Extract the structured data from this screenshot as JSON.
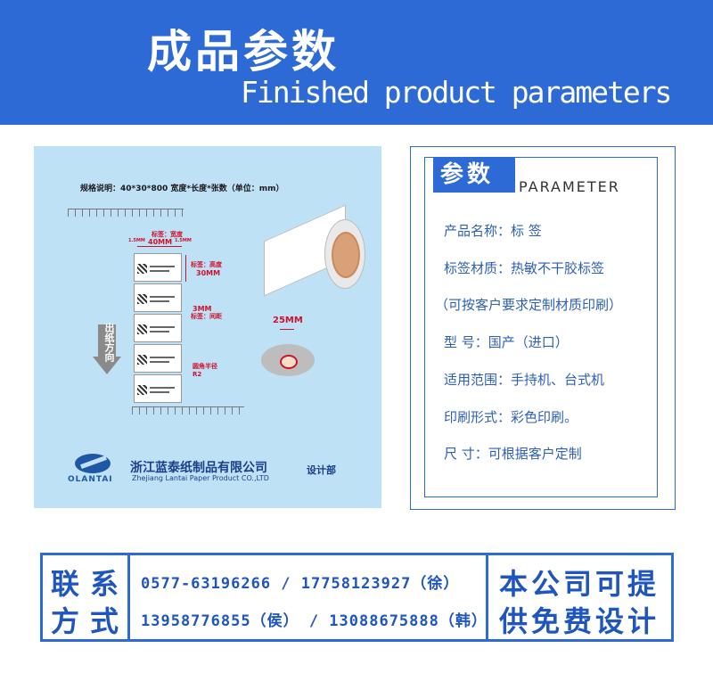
{
  "header": {
    "title_cn": "成品参数",
    "title_en": "Finished product parameters"
  },
  "diagram": {
    "spec": "规格说明：40*30*800     宽度*长度*张数（单位：mm）",
    "width_tag": "标签：宽度",
    "width_value": "40MM",
    "margin_left": "1.5MM",
    "margin_right": "1.5MM",
    "height_tag": "标签：高度",
    "height_value": "30MM",
    "gap_value": "3MM",
    "gap_tag": "标签：间距",
    "corner_tag": "圆角半径",
    "corner_value": "R2",
    "direction_text": "出纸方向",
    "core_value": "25MM",
    "logo_text": "OLANTAI",
    "company_cn": "浙江蓝泰纸制品有限公司",
    "company_en": "Zhejiang Lantai Paper Product CO.,LTD",
    "department": "设计部"
  },
  "params": {
    "title_cn": "参数",
    "title_en": "PARAMETER",
    "rows": [
      "产品名称：标 签",
      "标签材质：热敏不干胶标签",
      "（可按客户要求定制材质印刷）",
      "型      号：国产（进口）",
      "适用范围：手持机、台式机",
      "印刷形式：彩色印刷。",
      "尺      寸：可根据客户定制"
    ]
  },
  "footer": {
    "contact_line1": "联系",
    "contact_line2": "方式",
    "phone_line1": "0577-63196266 / 17758123927（徐）",
    "phone_line2": "13958776855（侯） / 13088675888（韩）",
    "free_line1": "本公司可提",
    "free_line2": "供免费设计"
  },
  "colors": {
    "brand_blue": "#2d6ad6",
    "diagram_bg": "#bfe1f6",
    "accent_red": "#d0112b"
  }
}
